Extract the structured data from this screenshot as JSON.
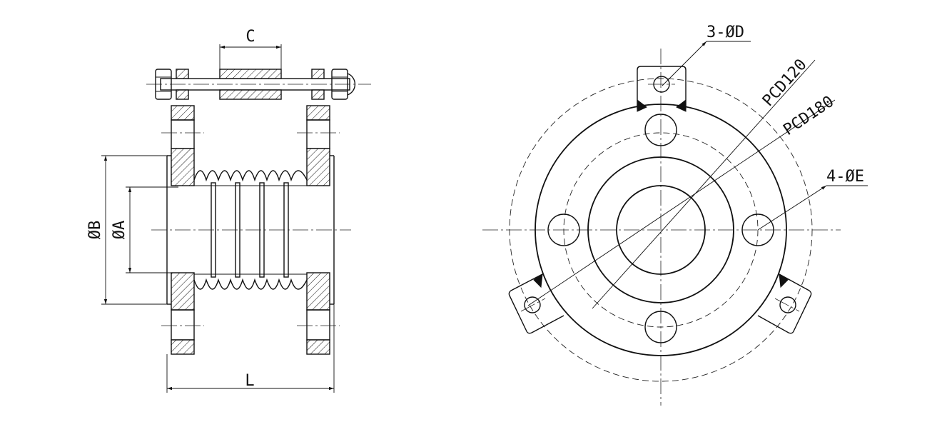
{
  "drawing": {
    "side_view": {
      "dim_c": "C",
      "dim_l": "L",
      "dim_b": "ØB",
      "dim_a": "ØA"
    },
    "front_view": {
      "holes_small": "3-ØD",
      "pcd_inner": "PCD120",
      "pcd_outer": "PCD180",
      "holes_large": "4-ØE"
    },
    "colors": {
      "line": "#111111",
      "background": "#ffffff"
    }
  }
}
